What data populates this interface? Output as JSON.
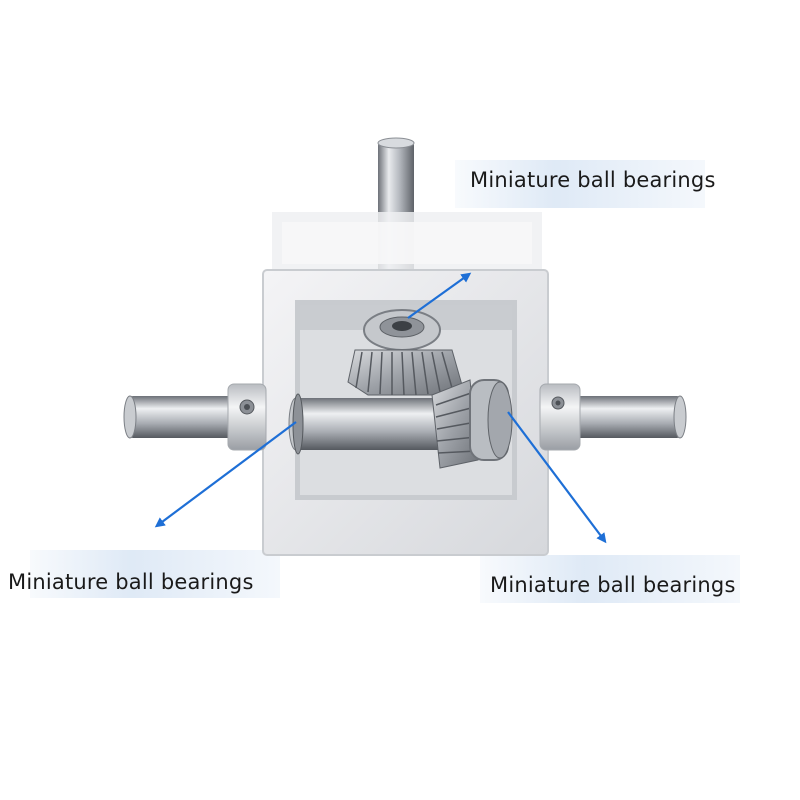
{
  "labels": {
    "top": "Miniature ball bearings",
    "left": "Miniature ball bearings",
    "right": "Miniature ball bearings"
  },
  "colors": {
    "arrow": "#1e6fd6",
    "highlight_band": "#dbe7f5",
    "housing": "#e8e8ea",
    "steel": "#b8bcc2"
  }
}
